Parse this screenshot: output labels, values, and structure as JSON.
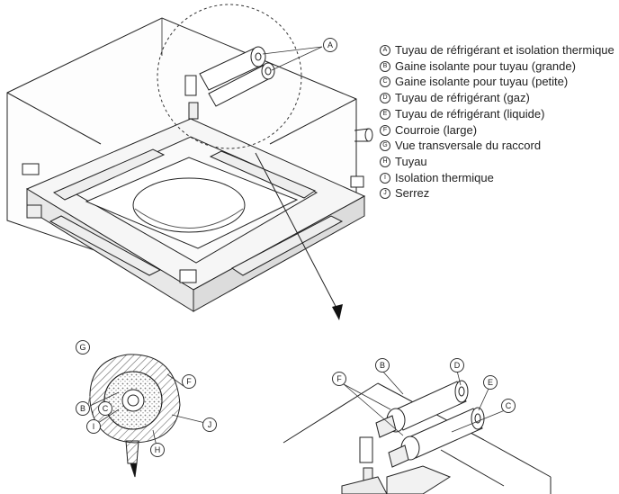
{
  "legend": [
    {
      "letter": "A",
      "text": "Tuyau de réfrigérant et isolation thermique"
    },
    {
      "letter": "B",
      "text": "Gaine isolante pour tuyau (grande)"
    },
    {
      "letter": "C",
      "text": "Gaine isolante pour tuyau (petite)"
    },
    {
      "letter": "D",
      "text": "Tuyau de réfrigérant (gaz)"
    },
    {
      "letter": "E",
      "text": "Tuyau de réfrigérant (liquide)"
    },
    {
      "letter": "F",
      "text": "Courroie (large)"
    },
    {
      "letter": "G",
      "text": "Vue transversale du raccord"
    },
    {
      "letter": "H",
      "text": "Tuyau"
    },
    {
      "letter": "I",
      "text": "Isolation thermique"
    },
    {
      "letter": "J",
      "text": "Serrez"
    }
  ],
  "callouts": {
    "a": "A",
    "g": "G",
    "b1": "B",
    "c1": "C",
    "f1": "F",
    "i1": "I",
    "h1": "H",
    "j1": "J",
    "f2": "F",
    "b2": "B",
    "d2": "D",
    "e2": "E",
    "c2": "C"
  },
  "comma": ","
}
